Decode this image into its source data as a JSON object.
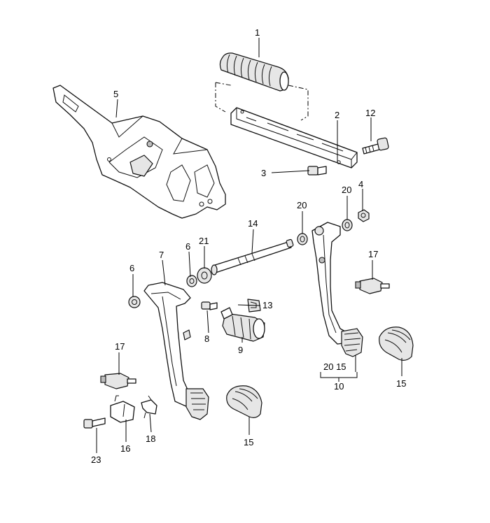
{
  "callouts": {
    "c1": "1",
    "c2": "2",
    "c3": "3",
    "c4": "4",
    "c5": "5",
    "c6a": "6",
    "c6b": "6",
    "c7": "7",
    "c8": "8",
    "c9": "9",
    "c10": "10",
    "c10_sub": "20 15",
    "c12": "12",
    "c13": "13",
    "c14": "14",
    "c15a": "15",
    "c15b": "15",
    "c16": "16",
    "c17a": "17",
    "c17b": "17",
    "c18": "18",
    "c20a": "20",
    "c20b": "20",
    "c21": "21",
    "c23": "23"
  }
}
